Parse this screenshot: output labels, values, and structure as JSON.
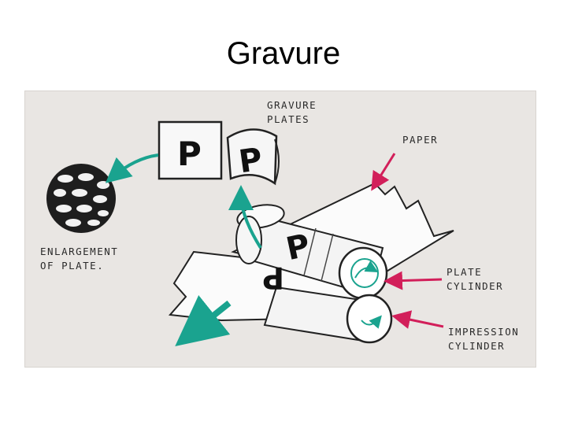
{
  "title": "Gravure",
  "diagram": {
    "labels": {
      "gravure_plates": [
        "GRAVURE",
        "PLATES"
      ],
      "paper": "PAPER",
      "enlargement": [
        "ENLARGEMENT",
        "OF PLATE."
      ],
      "plate_cylinder": [
        "PLATE",
        "CYLINDER"
      ],
      "impression_cylinder": [
        "IMPRESSION",
        "CYLINDER"
      ]
    },
    "glyphs": {
      "flat_plate_letter": "P",
      "curved_plate_letter": "P",
      "cylinder_letter": "P",
      "printed_letter": "P"
    },
    "colors": {
      "teal_arrow": "#1aa38f",
      "pink_arrow": "#d21f5a",
      "scan_background": "#e9e6e3",
      "ink": "#1e1e1e"
    }
  }
}
